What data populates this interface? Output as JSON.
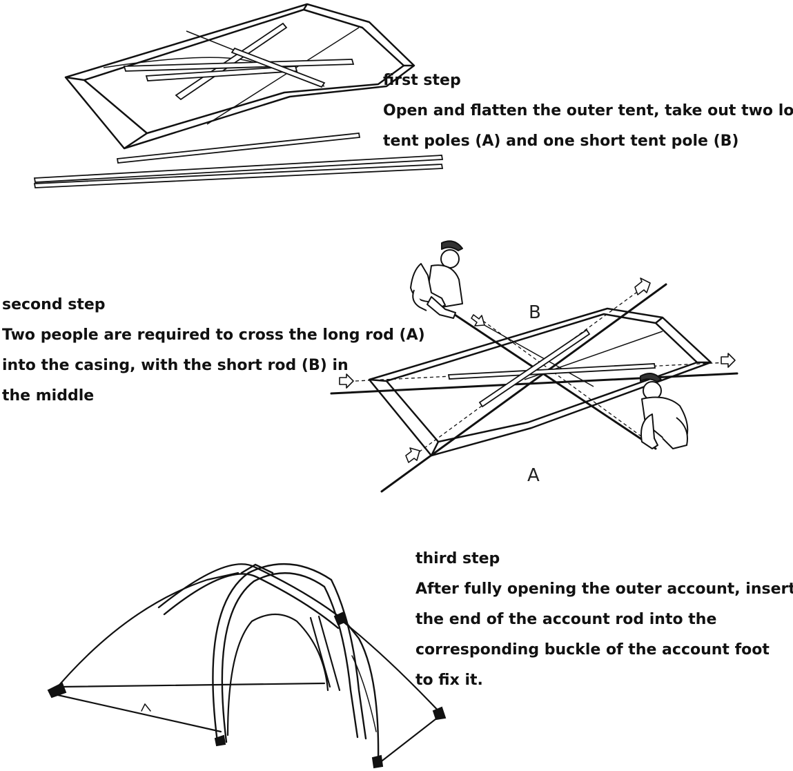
{
  "step1": {
    "title": "first step",
    "line1": "Open and flatten the outer tent, take out two long",
    "line2": "tent poles (A) and one short tent pole (B)"
  },
  "step2": {
    "title": "second step",
    "line1": "Two people are required to cross the long rod (A)",
    "line2": "into the casing, with the short rod (B) in",
    "line3": "the middle",
    "label_b": "B",
    "label_a": "A"
  },
  "step3": {
    "title": "third step",
    "line1": "After fully opening the outer account, insert",
    "line2": "the end of the account rod into the",
    "line3": "corresponding buckle of the account foot",
    "line4": "to fix it."
  }
}
